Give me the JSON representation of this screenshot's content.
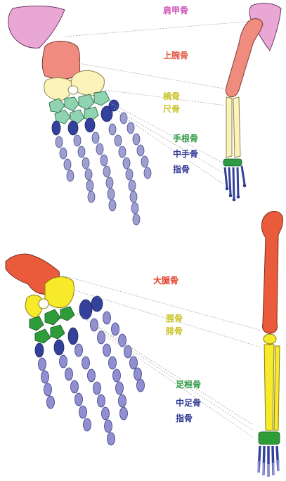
{
  "forelimb": {
    "scapula": "肩甲骨",
    "humerus": "上腕骨",
    "radius": "橈骨",
    "ulna": "尺骨",
    "carpals": "手根骨",
    "metacarpals": "中手骨",
    "phalanges": "指骨"
  },
  "hindlimb": {
    "femur": "大腿骨",
    "tibia": "脛骨",
    "fibula": "腓骨",
    "tarsals": "足根骨",
    "metatarsals": "中足骨",
    "phalanges": "指骨"
  },
  "colors": {
    "scapula": "#e9a7d6",
    "humerus": "#f08b80",
    "forearm": "#fbf3b9",
    "wrist": "#8fd3b0",
    "metacarpal": "#33419c",
    "phalanx": "#9c9fd0",
    "femur": "#ea5b3c",
    "shank": "#f6ea2a",
    "ankle": "#2f9c3a",
    "hind_metatarsal": "#34419b",
    "hind_phalanx": "#8f8fd1"
  }
}
